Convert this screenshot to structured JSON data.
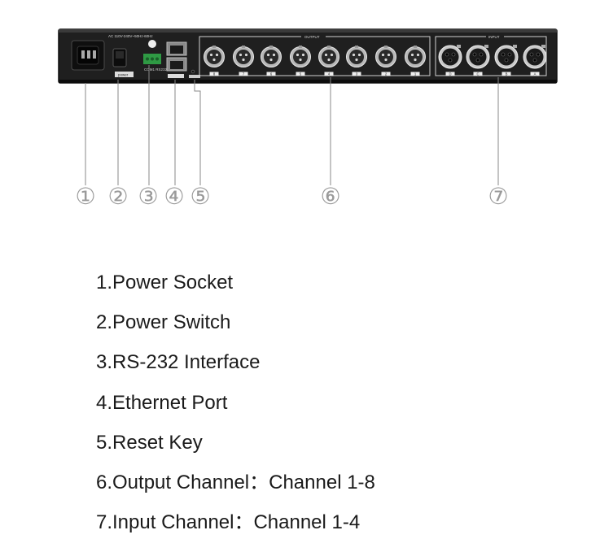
{
  "panel": {
    "power_rating": "AC 110V-240V~50Hz-60Hz",
    "power_switch_label": "power",
    "rs232_label": "COM1 RS232",
    "output_label": "OUTPUT",
    "input_label": "INPUT",
    "output_channels": [
      "8",
      "7",
      "6",
      "5",
      "4",
      "3",
      "2",
      "1"
    ],
    "input_channels": [
      "D",
      "C",
      "B",
      "A"
    ],
    "colors": {
      "chassis": "#1f1f1f",
      "chassis_edge": "#111111",
      "callout_line": "#8a8a8a",
      "rs232_terminal": "#2f9a44",
      "text": "#1a1a1a"
    }
  },
  "callouts": [
    "①",
    "②",
    "③",
    "④",
    "⑤",
    "⑥",
    "⑦"
  ],
  "legend": [
    "1.Power Socket",
    "2.Power Switch",
    "3.RS-232 Interface",
    "4.Ethernet Port",
    "5.Reset Key",
    "6.Output Channel：Channel 1-8",
    "7.Input Channel：Channel 1-4"
  ]
}
